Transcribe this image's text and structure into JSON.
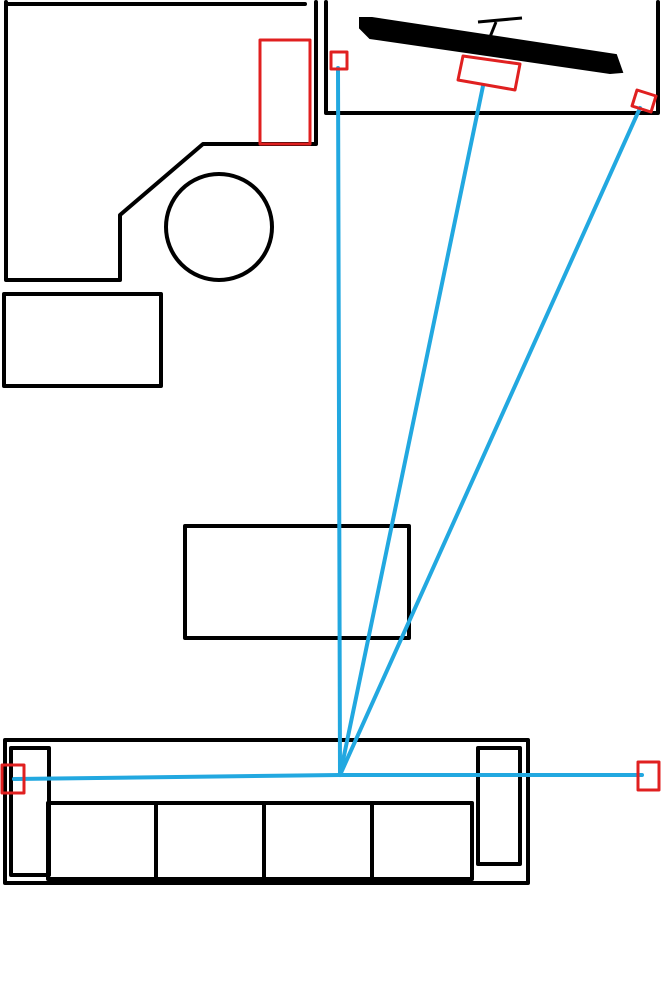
{
  "diagram": {
    "kind": "room-layout-sketch",
    "colors": {
      "background": "#ffffff",
      "furniture": "#000000",
      "speaker": "#e02020",
      "sightline": "#22a8e0"
    },
    "elements": {
      "furniture": [
        "wall-left",
        "kitchen-counter",
        "round-table",
        "side-cabinet",
        "coffee-table",
        "tv-cabinet",
        "tv",
        "sofa",
        "sofa-cushion-1",
        "sofa-cushion-2",
        "sofa-cushion-3",
        "sofa-cushion-4",
        "sofa-armrest-left",
        "sofa-armrest-right"
      ],
      "speakers": [
        "speaker-front-left",
        "speaker-center",
        "speaker-front-right",
        "speaker-surround-left",
        "speaker-surround-right",
        "subwoofer"
      ],
      "sightlines": [
        "line-to-front-left",
        "line-to-center",
        "line-to-front-right",
        "line-surround-left",
        "line-surround-right"
      ]
    }
  }
}
